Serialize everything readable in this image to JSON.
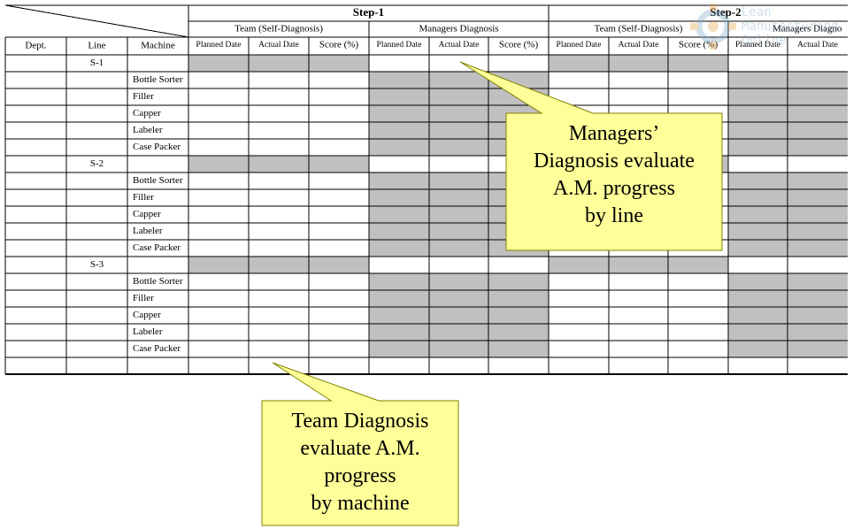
{
  "header": {
    "step1": "Step-1",
    "step2": "Step-2",
    "team_group": "Team (Self-Diagnosis)",
    "managers_group": "Managers Diagnosis",
    "managers_group_partial": "Managers Diagno",
    "planned_date": "Planned Date",
    "actual_date": "Actual Date",
    "actual_date_partial": "Actual Date",
    "score": "Score (%)",
    "dept": "Dept.",
    "line": "Line",
    "machine": "Machine"
  },
  "lines": [
    {
      "line": "S-1",
      "machines": [
        "Bottle Sorter",
        "Filler",
        "Capper",
        "Labeler",
        "Case Packer"
      ]
    },
    {
      "line": "S-2",
      "machines": [
        "Bottle Sorter",
        "Filler",
        "Capper",
        "Labeler",
        "Case Packer"
      ]
    },
    {
      "line": "S-3",
      "machines": [
        "Bottle Sorter",
        "Filler",
        "Capper",
        "Labeler",
        "Case Packer"
      ]
    }
  ],
  "callouts": {
    "managers": [
      "Managers’",
      "Diagnosis evaluate",
      "A.M. progress",
      "by line"
    ],
    "team": [
      "Team Diagnosis",
      "evaluate A.M.",
      "progress",
      "by machine"
    ]
  },
  "colors": {
    "shade": "#c0c0c0",
    "note_fill": "#ffff99",
    "note_border": "#808000",
    "grid": "#000000"
  },
  "logo": {
    "text_line1": "Lean",
    "text_line2": "Manufacturing",
    "text_line3": "Online",
    "icon": "gear-icon"
  }
}
